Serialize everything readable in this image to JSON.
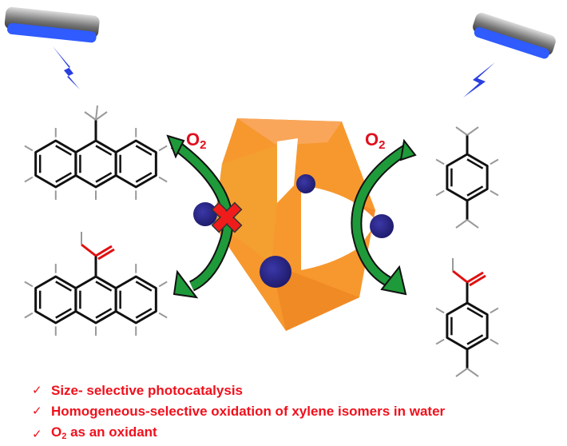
{
  "labels": {
    "o2_left": {
      "main": "O",
      "sub": "2"
    },
    "o2_right": {
      "main": "O",
      "sub": "2"
    }
  },
  "bullets": [
    {
      "check": "✓",
      "text": "Size- selective photocatalysis"
    },
    {
      "check": "✓",
      "text": "Homogeneous-selective oxidation of xylene isomers in water"
    },
    {
      "check": "✓",
      "text_main": "O",
      "text_sub": "2",
      "text_rest": " as an oxidant"
    }
  ],
  "colors": {
    "cage": "#f7982e",
    "node": "#2d2a88",
    "arrow": "#1f9a3a",
    "text": "#f0101c",
    "lamp": "#2f5bff"
  }
}
